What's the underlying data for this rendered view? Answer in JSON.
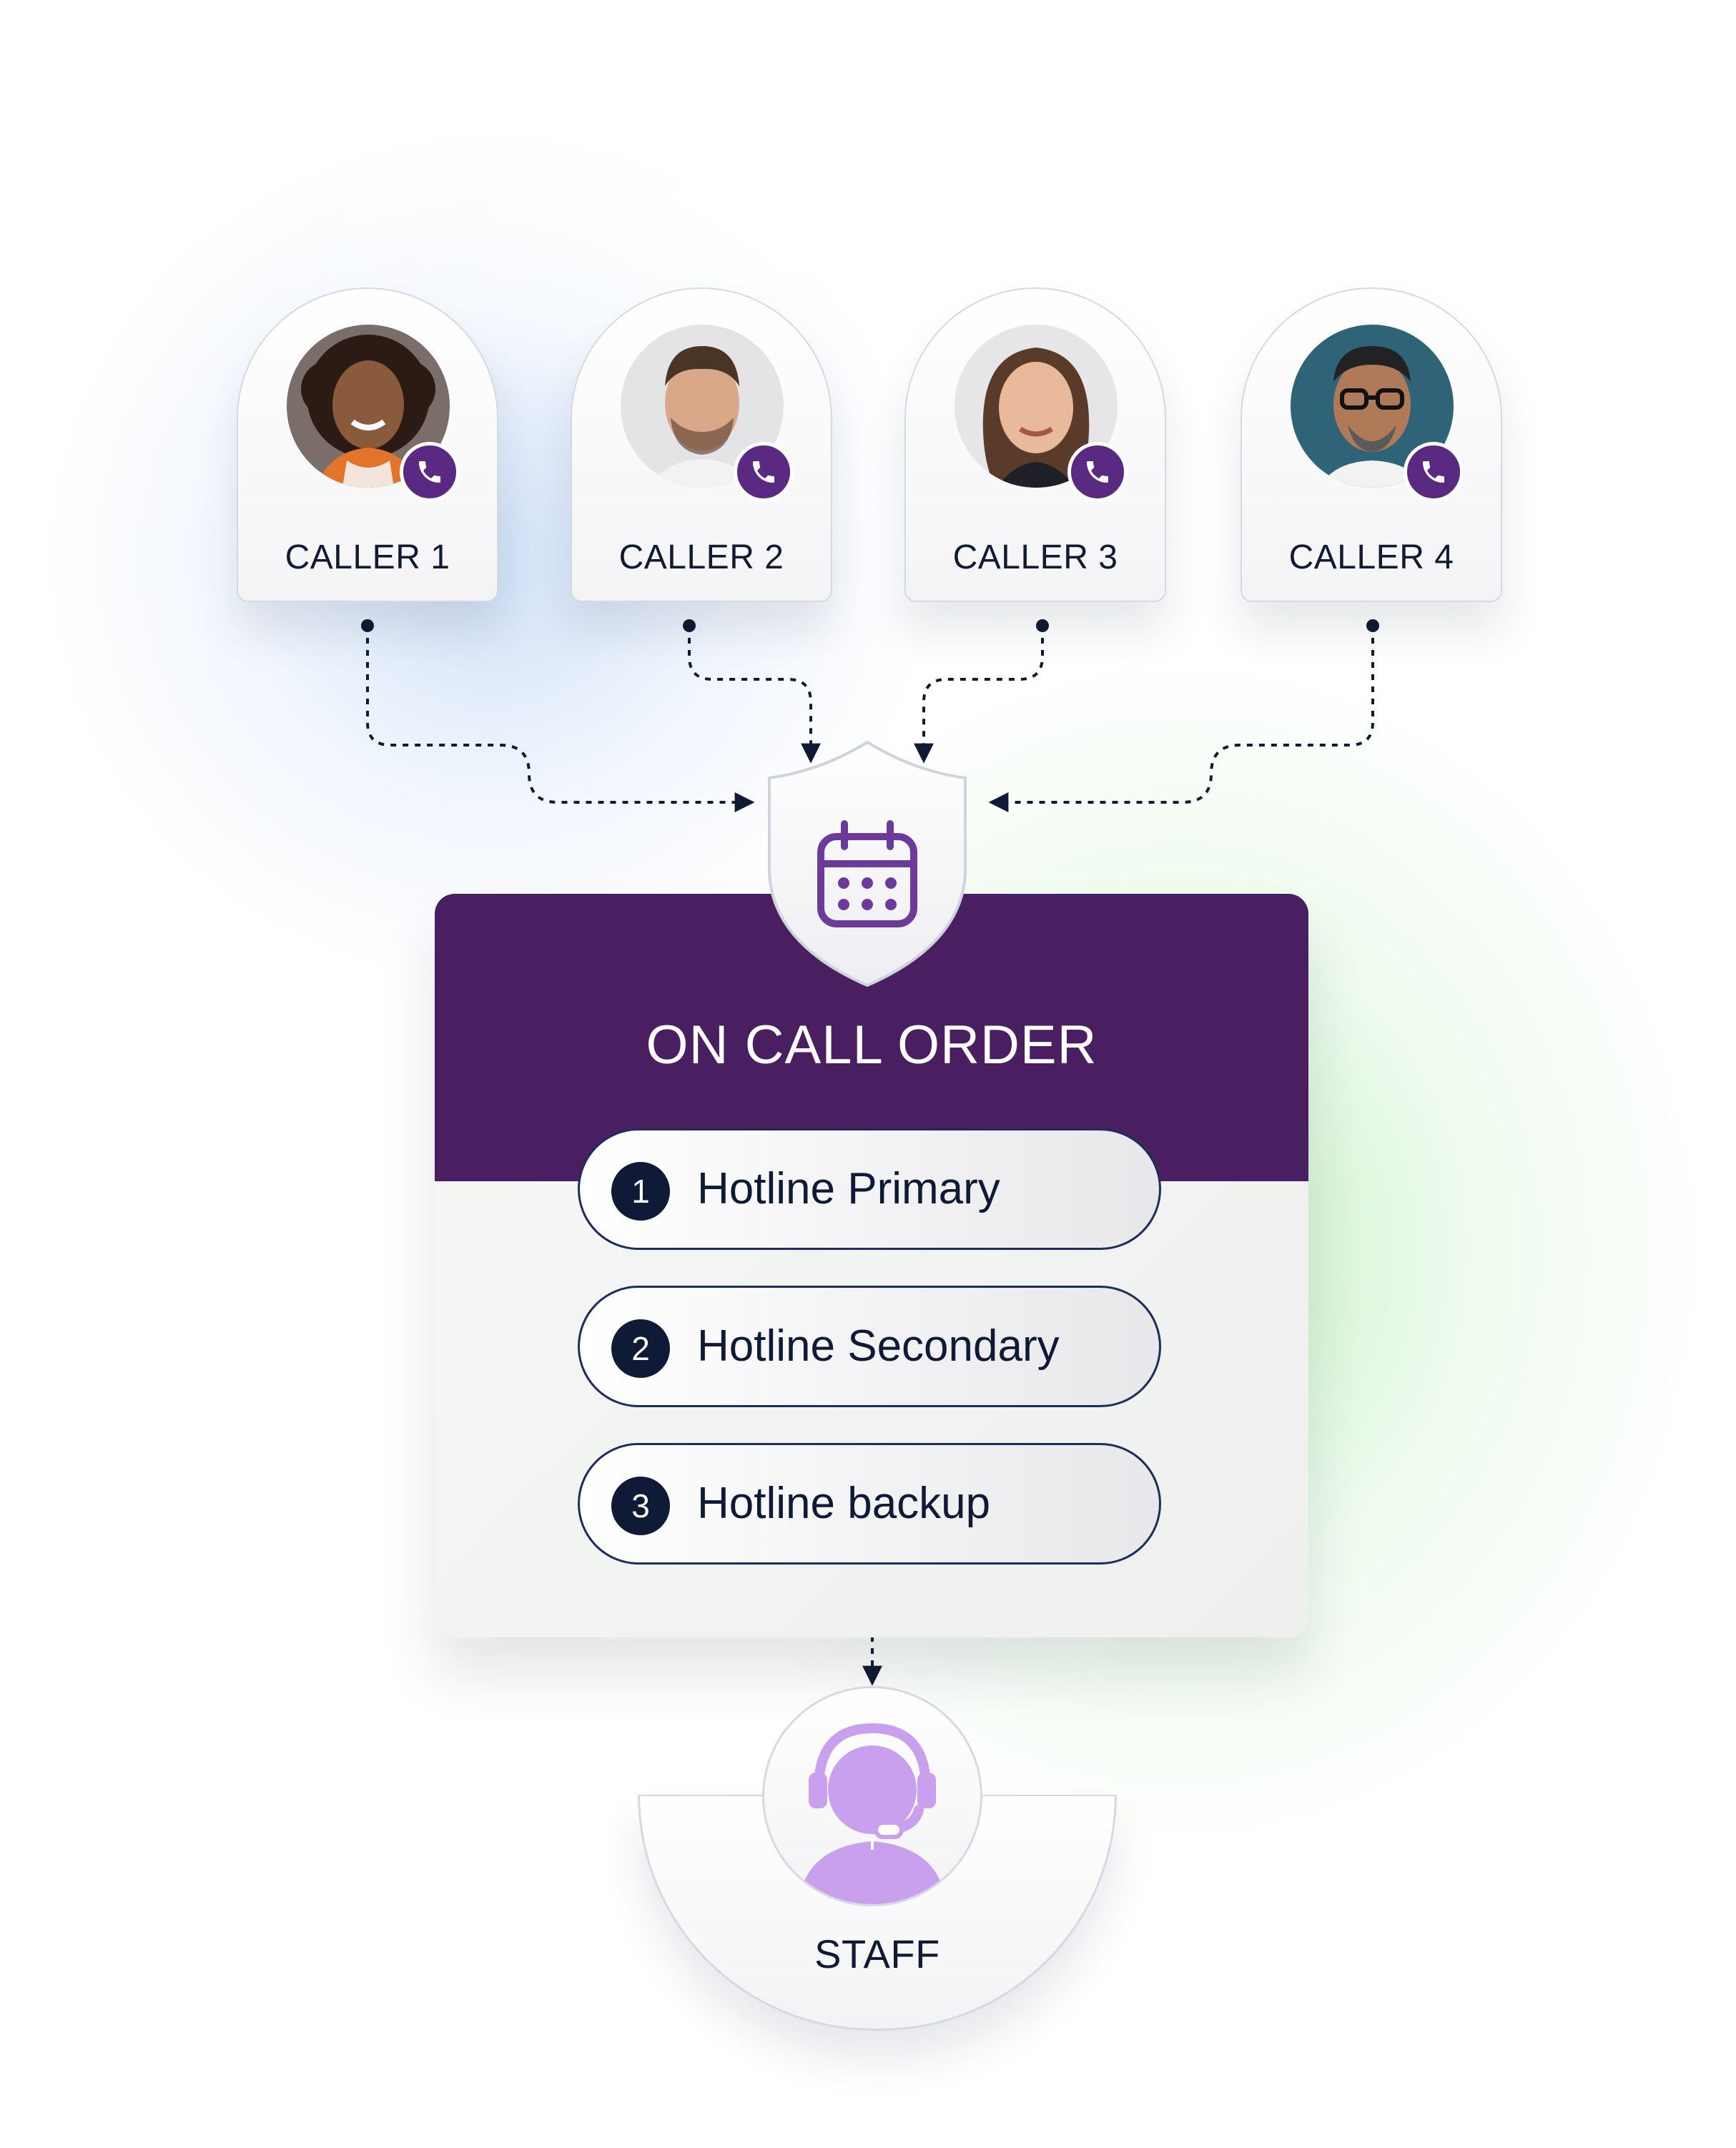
{
  "callers": [
    {
      "label": "CALLER 1"
    },
    {
      "label": "CALLER 2"
    },
    {
      "label": "CALLER 3"
    },
    {
      "label": "CALLER 4"
    }
  ],
  "on_call": {
    "title": "ON CALL ORDER",
    "items": [
      {
        "number": "1",
        "label": "Hotline Primary"
      },
      {
        "number": "2",
        "label": "Hotline Secondary"
      },
      {
        "number": "3",
        "label": "Hotline backup"
      }
    ]
  },
  "staff": {
    "label": "STAFF"
  },
  "icons": {
    "shield": "calendar-shield-icon",
    "phone": "phone-icon",
    "staff": "headset-agent-icon"
  },
  "colors": {
    "primary": "#4a1f61",
    "accent": "#5a2a82",
    "icon_purple": "#6b3a9a",
    "staff_icon": "#c9a0ee",
    "text_dark": "#0f1a36",
    "pill_border": "#1f2d5c"
  }
}
